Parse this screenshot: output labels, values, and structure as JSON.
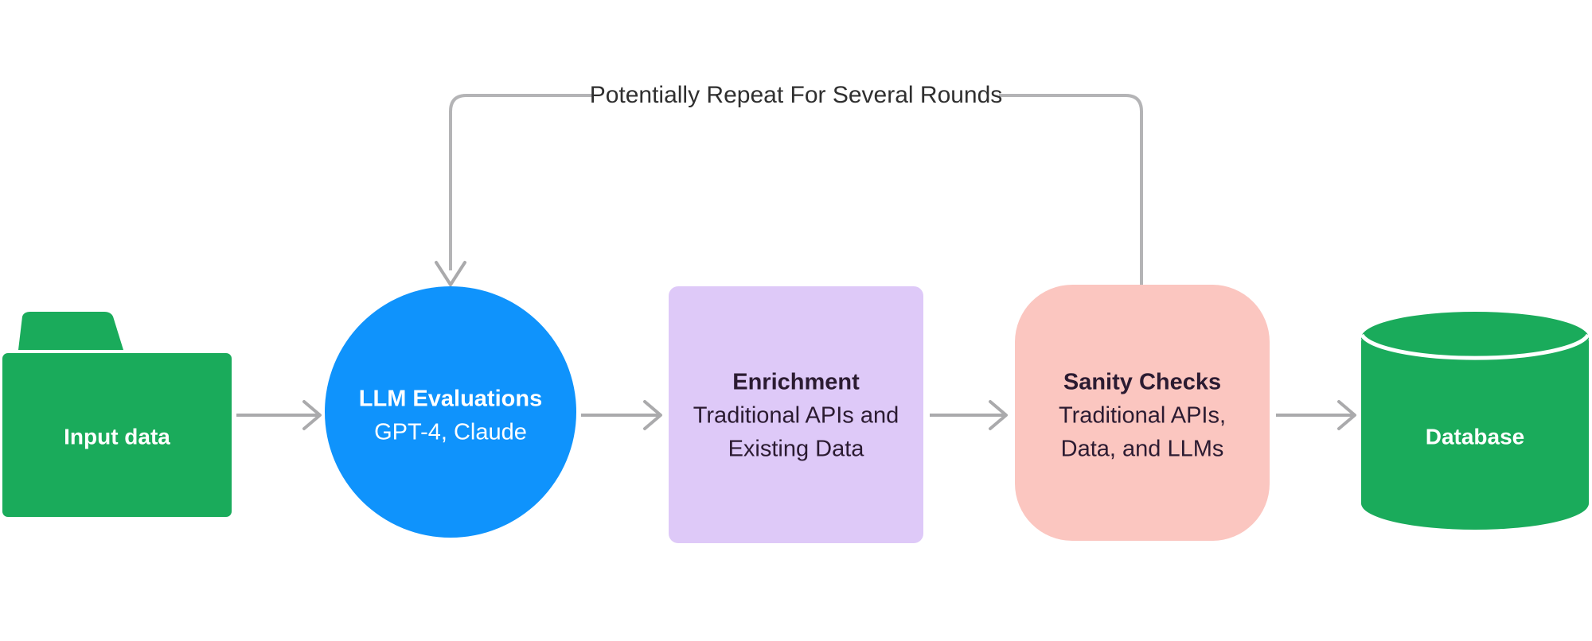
{
  "diagram": {
    "title_text": "Potentially Repeat For Several Rounds",
    "background_color": "#ffffff",
    "nodes": [
      {
        "id": "input-data",
        "shape": "folder",
        "title": "Input data",
        "subtitle": "",
        "fill": "#1aab5b",
        "text_color": "#ffffff"
      },
      {
        "id": "llm-evaluations",
        "shape": "circle",
        "title": "LLM Evaluations",
        "subtitle": "GPT-4, Claude",
        "fill": "#0f93fc",
        "text_color": "#ffffff"
      },
      {
        "id": "enrichment",
        "shape": "rounded-rect",
        "title": "Enrichment",
        "subtitle_line1": "Traditional APIs and",
        "subtitle_line2": "Existing Data",
        "fill": "#dec9f8",
        "text_color": "#2b1b31"
      },
      {
        "id": "sanity-checks",
        "shape": "squircle",
        "title": "Sanity Checks",
        "subtitle_line1": "Traditional APIs,",
        "subtitle_line2": "Data, and LLMs",
        "fill": "#fbc6c0",
        "text_color": "#2b1b31"
      },
      {
        "id": "database",
        "shape": "cylinder",
        "title": "Database",
        "subtitle": "",
        "fill": "#1aab5b",
        "text_color": "#ffffff"
      }
    ],
    "connectors": [
      {
        "id": "input-to-llm",
        "from": "input-data",
        "to": "llm-evaluations",
        "style": "arrow",
        "color": "#aaaaac"
      },
      {
        "id": "llm-to-enrichment",
        "from": "llm-evaluations",
        "to": "enrichment",
        "style": "arrow",
        "color": "#aaaaac"
      },
      {
        "id": "enrichment-to-sanity",
        "from": "enrichment",
        "to": "sanity-checks",
        "style": "arrow",
        "color": "#aaaaac"
      },
      {
        "id": "sanity-to-database",
        "from": "sanity-checks",
        "to": "database",
        "style": "arrow",
        "color": "#aaaaac"
      },
      {
        "id": "feedback-loop",
        "from": "sanity-checks",
        "to": "llm-evaluations",
        "style": "arrow",
        "color": "#b4b4b6",
        "label": "Potentially Repeat For Several Rounds"
      }
    ]
  }
}
